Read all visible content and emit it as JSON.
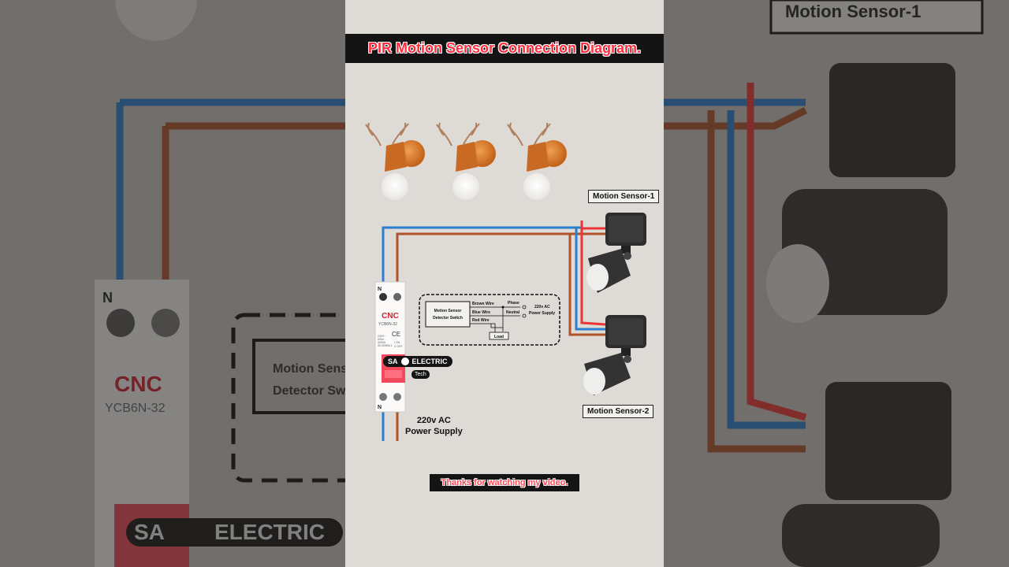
{
  "title": "PIR Motion Sensor Connection Diagram.",
  "sensors": [
    {
      "label": "Motion Sensor-1"
    },
    {
      "label": "Motion Sensor-2"
    }
  ],
  "breaker": {
    "brand": "CNC",
    "model": "YCB6N-32",
    "terminal_top": "N",
    "terminal_bottom": "N",
    "specs": [
      "230V~",
      "50Hz",
      "3000A",
      "IEC60898-1"
    ],
    "on_off": [
      "I ON",
      "O OFF"
    ]
  },
  "power_supply": {
    "line1": "220v AC",
    "line2": "Power Supply"
  },
  "schematic": {
    "box_line1": "Motion Sensor",
    "box_line2": "Detector Switch",
    "wires": [
      "Brown Wire",
      "Blue Wire",
      "Red Wire"
    ],
    "phase": "Phase",
    "neutral": "Neutral",
    "supply_line1": "220v AC",
    "supply_line2": "Power Supply",
    "load": "Load"
  },
  "watermark": {
    "left": "SA",
    "right": "ELECTRIC",
    "sub": "Tech"
  },
  "footer": "Thanks for watching my video.",
  "colors": {
    "blue_wire": "#2a7fd0",
    "brown_wire": "#b0522a",
    "red_wire": "#ee3535",
    "title_red": "#ff2d3f"
  }
}
